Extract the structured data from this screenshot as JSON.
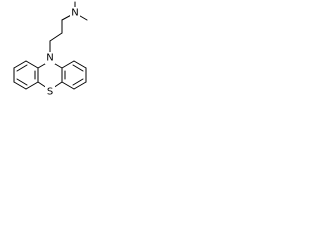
{
  "molecule": {
    "atoms": {
      "amine_nitrogen": "N",
      "ring_nitrogen": "N",
      "ring_sulfur": "S"
    },
    "colors": {
      "bond": "#000000",
      "label": "#000000",
      "background": "#ffffff"
    }
  }
}
